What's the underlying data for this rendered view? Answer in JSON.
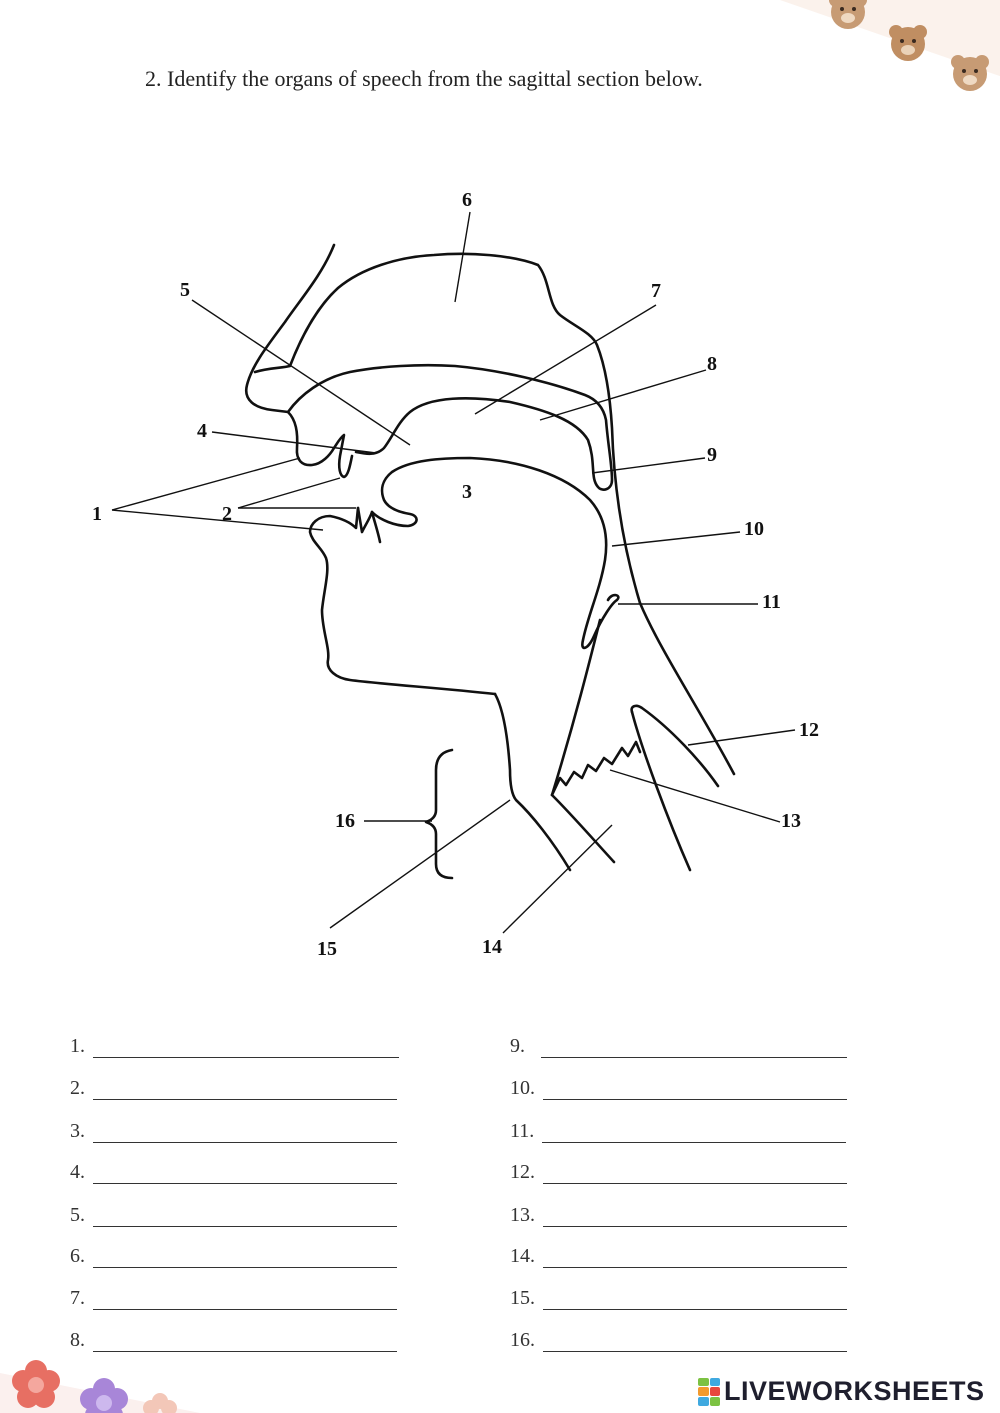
{
  "title": "2. Identify the organs of speech from the sagittal section below.",
  "diagram_labels": [
    "1",
    "2",
    "3",
    "4",
    "5",
    "6",
    "7",
    "8",
    "9",
    "10",
    "11",
    "12",
    "13",
    "14",
    "15",
    "16"
  ],
  "answers_left": [
    "1.",
    "2.",
    "3.",
    "4.",
    "5.",
    "6.",
    "7.",
    "8."
  ],
  "answers_right": [
    "9.",
    "10.",
    "11.",
    "12.",
    "13.",
    "14.",
    "15.",
    "16."
  ],
  "brand": {
    "text": "LIVEWORKSHEETS"
  },
  "colors": {
    "ink": "#222222",
    "logo_green": "#7cc242",
    "logo_blue": "#3fa9e0",
    "logo_orange": "#f29a2e",
    "logo_red": "#e8473d",
    "flower_red": "#e76f63",
    "flower_purple": "#a886d8",
    "bear_brown": "#c79b74"
  },
  "icons": [
    "flower-icon",
    "bear-icon",
    "liveworksheets-logo-icon"
  ]
}
